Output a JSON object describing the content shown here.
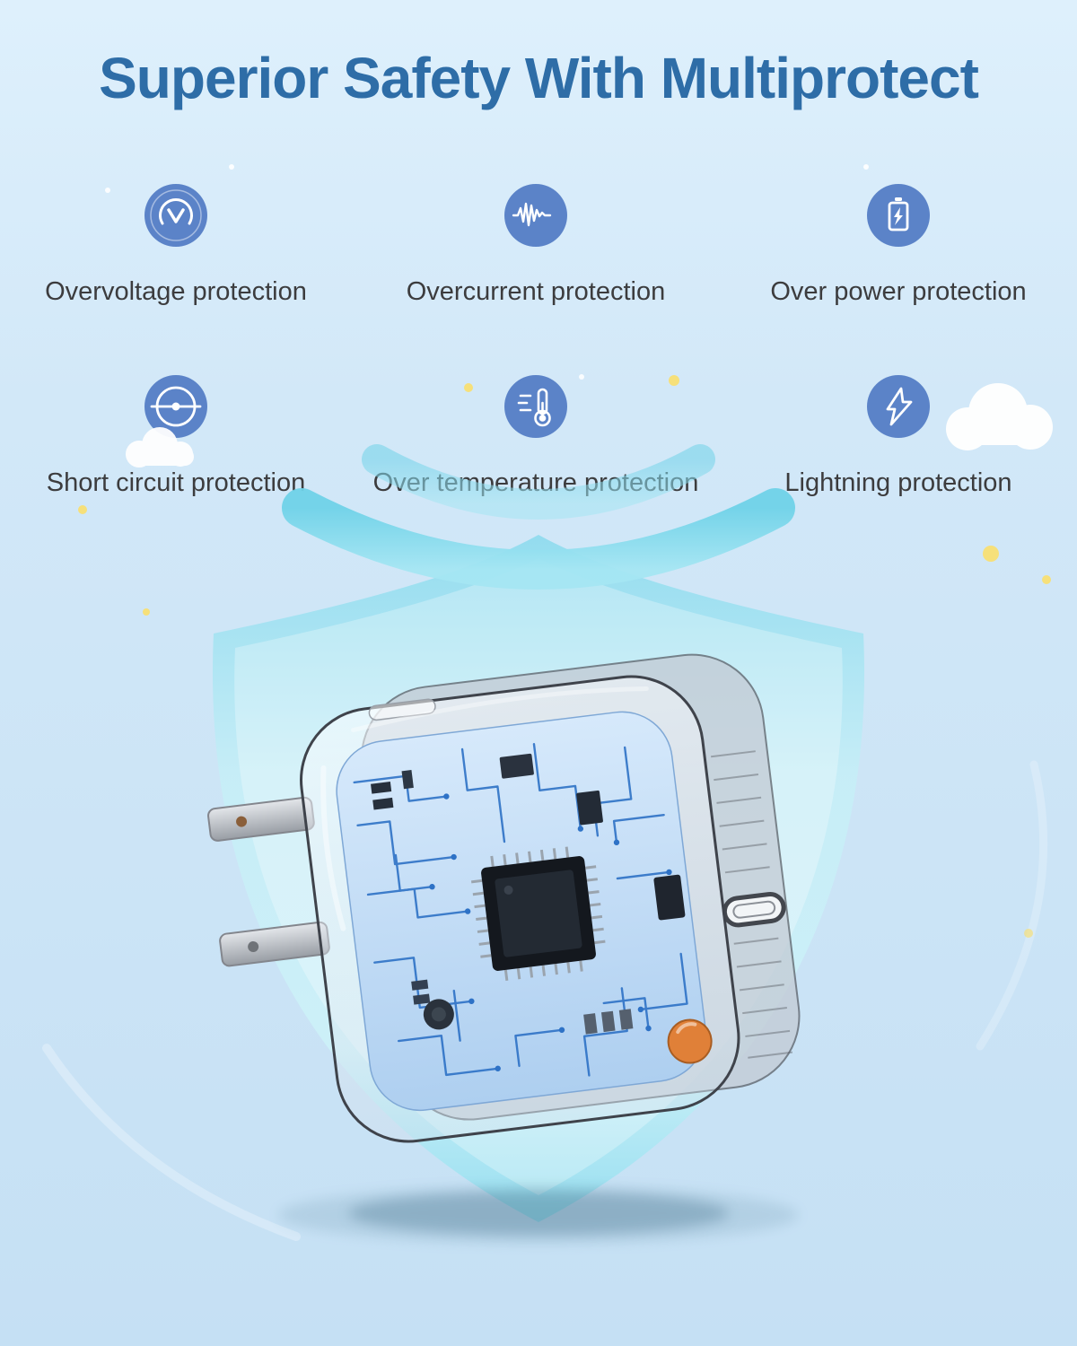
{
  "title": "Superior Safety With Multiprotect",
  "features": [
    {
      "icon": "overvoltage-protection-icon",
      "label": "Overvoltage protection"
    },
    {
      "icon": "overcurrent-protection-icon",
      "label": "Overcurrent protection"
    },
    {
      "icon": "over-power-protection-icon",
      "label": "Over power protection"
    },
    {
      "icon": "short-circuit-protection-icon",
      "label": "Short circuit protection"
    },
    {
      "icon": "over-temperature-protection-icon",
      "label": "Over temperature protection"
    },
    {
      "icon": "lightning-protection-icon",
      "label": "Lightning protection"
    }
  ],
  "illustration": {
    "subject": "transparent-usb-c-wall-charger-inside-protective-shield",
    "elements": [
      "cyan-shield",
      "chevron-waves",
      "circuit-board",
      "main-chip",
      "power-prongs",
      "usb-c-port",
      "clouds",
      "sparkle-dots",
      "ground-shadow"
    ]
  },
  "colors": {
    "background_top": "#def0fc",
    "background_bottom": "#c5e0f4",
    "title": "#2e6da7",
    "label": "#3c3c3e",
    "icon_circle": "#5b83c8",
    "icon_glyph": "#ffffff",
    "shield": "#8edbee",
    "accent_dot": "#f6e07a",
    "pcb_trace": "#2e72c6",
    "capacitor_orange": "#e08038"
  }
}
